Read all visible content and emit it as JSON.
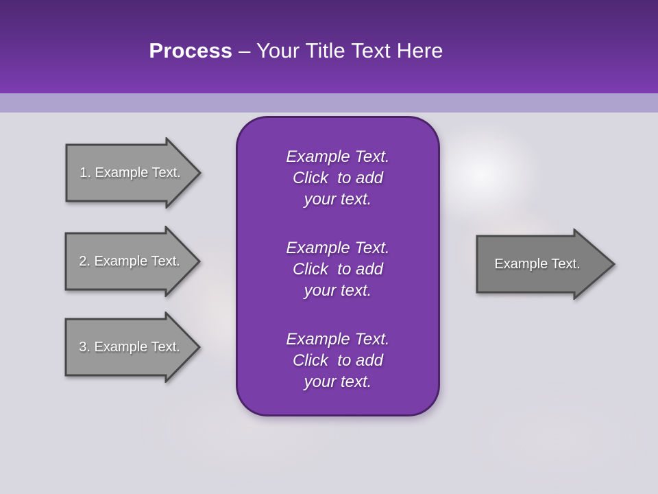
{
  "header": {
    "title_bold": "Process",
    "title_rest": " – Your Title Text Here"
  },
  "steps": [
    {
      "label": "1. Example Text."
    },
    {
      "label": "2. Example Text."
    },
    {
      "label": "3. Example Text."
    }
  ],
  "result_arrow": {
    "label": "Example Text."
  },
  "center_panel": {
    "paragraphs": [
      {
        "line1": "Example Text.",
        "line2": "Click  to add",
        "line3": "your text."
      },
      {
        "line1": "Example Text.",
        "line2": "Click  to add",
        "line3": "your text."
      },
      {
        "line1": "Example Text.",
        "line2": "Click  to add",
        "line3": "your text."
      }
    ]
  },
  "colors": {
    "header_gradient_top": "#4E2973",
    "header_gradient_bottom": "#7D3CB1",
    "header_band": "#AEA2CE",
    "body_background": "#D9D7DF",
    "panel_fill": "#7A3EA8",
    "panel_border": "#4B2367",
    "step_arrow_fill": "#9A9A9A",
    "result_arrow_fill": "#808080",
    "arrow_border": "#474747",
    "text": "#FFFFFF"
  }
}
